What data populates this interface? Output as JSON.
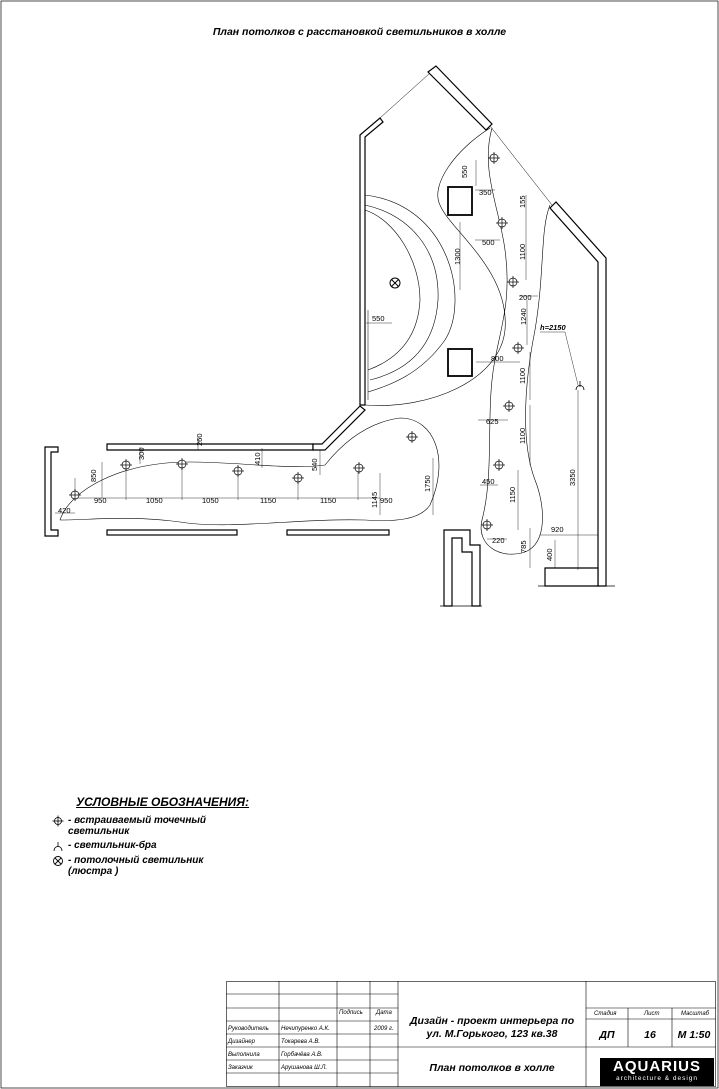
{
  "title": "План потолков с расстановкой светильников в холле",
  "dimensions": {
    "d550a": "550",
    "d350": "350",
    "d155": "155",
    "d500": "500",
    "d1100a": "1100",
    "d1300": "1300",
    "d200": "200",
    "d1240": "1240",
    "d550b": "550",
    "h2150": "h=2150",
    "d800": "800",
    "d1100b": "1100",
    "d625": "625",
    "d1100c": "1100",
    "d3350": "3350",
    "d450": "450",
    "d1150v": "1150",
    "d920": "920",
    "d220": "220",
    "d785": "785",
    "d400": "400",
    "d260": "260",
    "d850": "850",
    "d300": "300",
    "d410": "410",
    "d540": "540",
    "d1750": "1750",
    "d1145": "1145",
    "d950a": "950",
    "d1050a": "1050",
    "d1050b": "1050",
    "d1150a": "1150",
    "d1150b": "1150",
    "d950b": "950",
    "d420": "420"
  },
  "legend": {
    "heading": "УСЛОВНЫЕ ОБОЗНАЧЕНИЯ:",
    "items": [
      {
        "icon": "recessed-spotlight-icon",
        "text": "- встраиваемый точечный светильник"
      },
      {
        "icon": "wall-sconce-icon",
        "text": "- светильник-бра"
      },
      {
        "icon": "chandelier-icon",
        "text": "- потолочный светильник (люстра )"
      }
    ]
  },
  "stamp": {
    "col_signature": "Подпись",
    "col_date": "Дата",
    "roles": [
      {
        "role": "Руководитель",
        "name": "Нечипуренко А.К.",
        "date": "2009 г."
      },
      {
        "role": "Дизайнер",
        "name": "Токарева А.В.",
        "date": ""
      },
      {
        "role": "Выполнила",
        "name": "Горбачёва А.В.",
        "date": ""
      },
      {
        "role": "Заказчик",
        "name": "Арушанова Ш.Л.",
        "date": ""
      }
    ],
    "project": "Дизайн - проект интерьера по ул. М.Горького, 123 кв.38",
    "sheet_title": "План потолков в холле",
    "stage_label": "Стадия",
    "stage": "ДП",
    "sheet_label": "Лист",
    "sheet_no": "16",
    "scale_label": "Масштаб",
    "scale": "М 1:50",
    "logo_main": "AQUARIUS",
    "logo_sub": "architecture & design"
  }
}
